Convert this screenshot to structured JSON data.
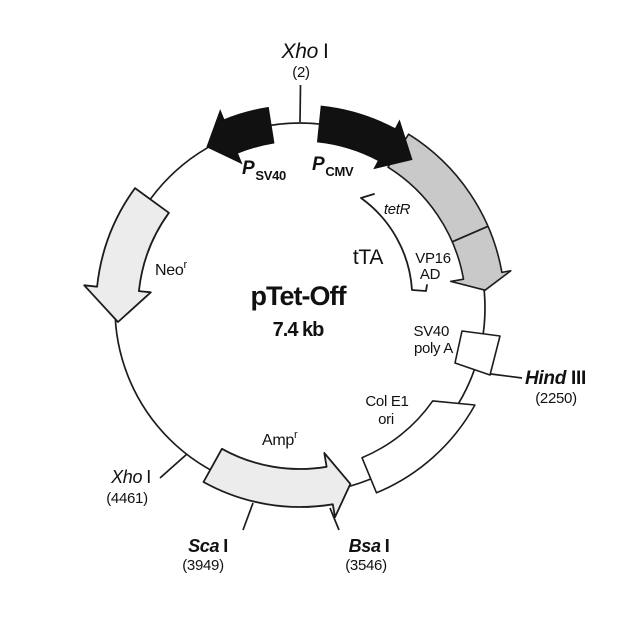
{
  "diagram": {
    "plasmid_name": "pTet-Off",
    "plasmid_size": "7.4 kb",
    "features": {
      "psv40": {
        "symbol": "P",
        "subscript": "SV40"
      },
      "pcmv": {
        "symbol": "P",
        "subscript": "CMV"
      },
      "tetr": {
        "label": "tetR"
      },
      "tta": {
        "label": "tTA"
      },
      "vp16": {
        "line1": "VP16",
        "line2": "AD"
      },
      "sv40_polya": {
        "line1": "SV40",
        "line2": "poly A"
      },
      "cole1_ori": {
        "line1": "Col E1",
        "line2": "ori"
      },
      "amp": {
        "label": "Amp",
        "superscript": "r"
      },
      "neo": {
        "label": "Neo",
        "superscript": "r"
      }
    },
    "restriction_sites": {
      "xho1_top": {
        "enzyme": "Xho",
        "suffix": "I",
        "position": "(2)"
      },
      "hind3": {
        "enzyme": "Hind",
        "suffix": "III",
        "position": "(2250)"
      },
      "bsa1": {
        "enzyme": "Bsa",
        "suffix": "I",
        "position": "(3546)"
      },
      "sca1": {
        "enzyme": "Sca",
        "suffix": "I",
        "position": "(3949)"
      },
      "xho1_left": {
        "enzyme": "Xho",
        "suffix": "I",
        "position": "(4461)"
      }
    },
    "colors": {
      "promoter_arrow": "#111111",
      "tta_arrow": "#c9c9c9",
      "resistance_arrow": "#ececec",
      "feature_box": "#ffffff",
      "backbone_line": "#1c1c1c"
    }
  }
}
